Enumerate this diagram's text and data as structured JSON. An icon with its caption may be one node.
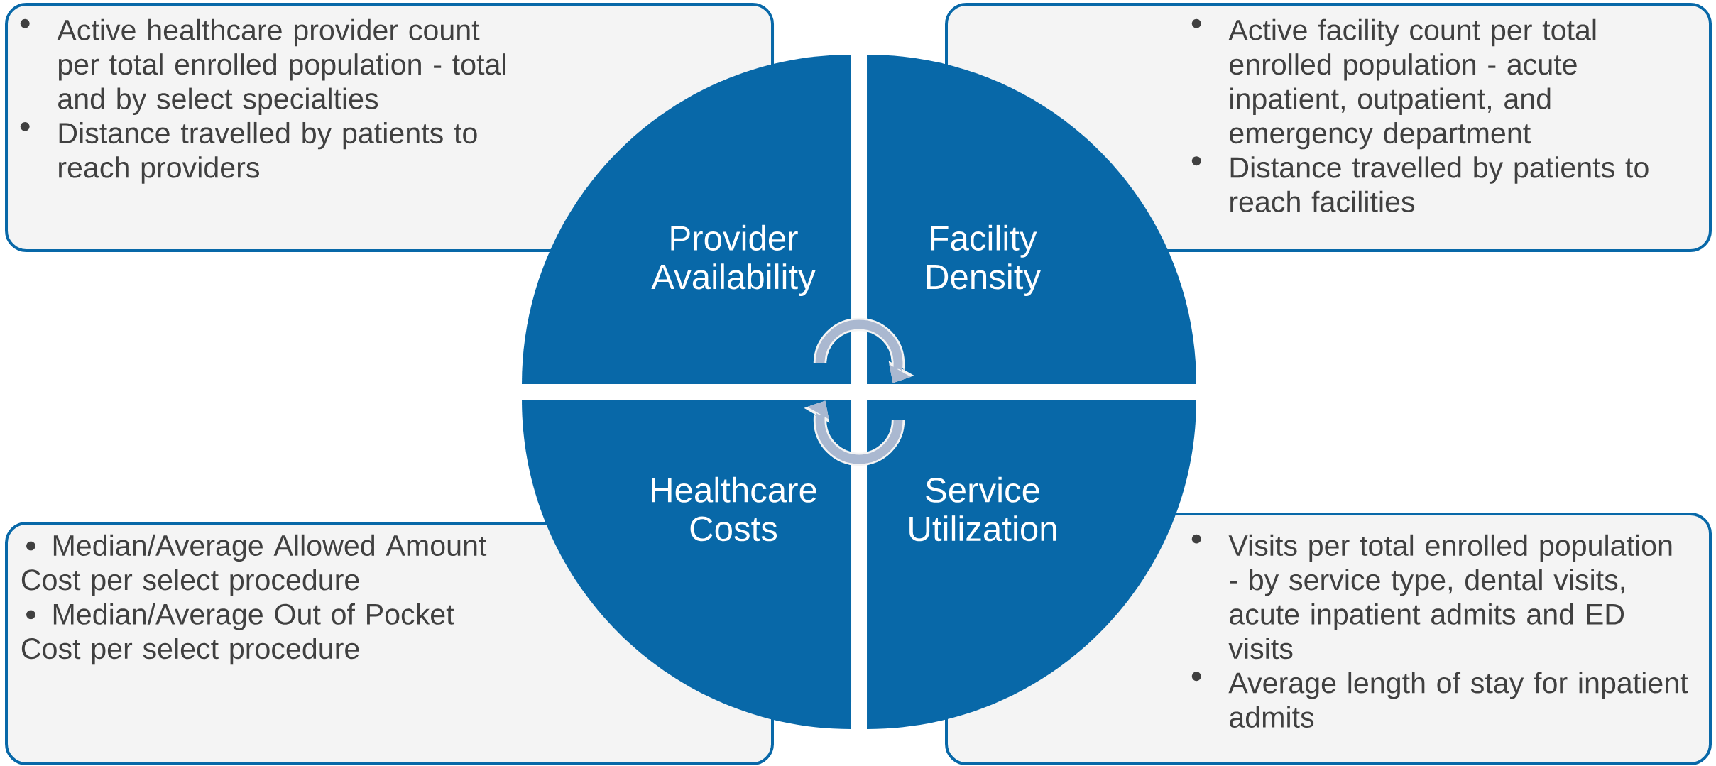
{
  "diagram": {
    "nodes": [
      {
        "text": [
          "Active healthcare provider count per total enrolled population - total and by  select specialties",
          "Distance travelled by patients to reach providers"
        ]
      },
      {
        "text": [
          "Active facility count per total enrolled population - acute inpatient, outpatient, and emergency department",
          "Distance travelled by patients to reach facilities"
        ]
      },
      {
        "text": [
          "Provider Availability"
        ]
      },
      {
        "text": [
          "Facility Density"
        ]
      },
      {
        "text": [
          "Healthcare Costs"
        ]
      },
      {
        "text": [
          "Service Utilization"
        ]
      },
      {
        "text": [
          "Median/Average Allowed Amount Cost per select procedure",
          "Median/Average Out of Pocket Cost per select procedure"
        ]
      },
      {
        "text": [
          "Visits per total enrolled population - by service type, dental visits, acute inpatient admits and ED visits",
          "Average length of stay for inpatient admits"
        ]
      }
    ]
  }
}
